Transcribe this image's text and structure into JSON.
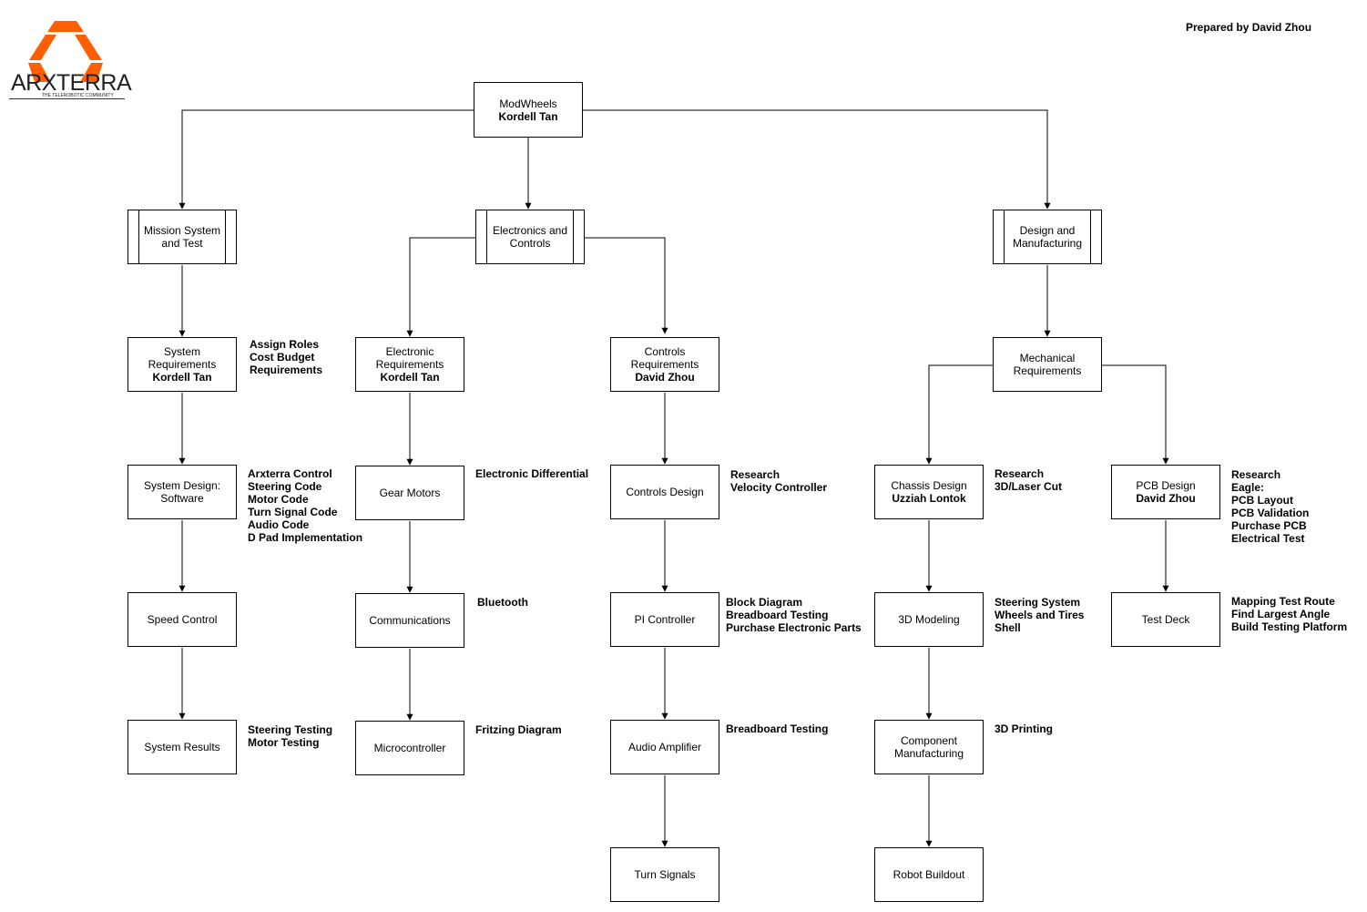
{
  "header": {
    "prepared_by": "Prepared by David Zhou",
    "logo_text": "ARXTERRA",
    "logo_tagline": "THE TELEROBOTIC COMMUNITY",
    "logo_color": "#ff5f00"
  },
  "nodes": {
    "root": {
      "label": "ModWheels",
      "owner": "Kordell Tan"
    },
    "mission": {
      "label": "Mission System and Test"
    },
    "electronics": {
      "label": "Electronics and Controls"
    },
    "design": {
      "label": "Design and Manufacturing"
    },
    "sysreq": {
      "label": "System Requirements",
      "owner": "Kordell Tan"
    },
    "sysdesign": {
      "label": "System Design: Software"
    },
    "speed": {
      "label": "Speed Control"
    },
    "sysresults": {
      "label": "System Results"
    },
    "elecreq": {
      "label": "Electronic Requirements",
      "owner": "Kordell Tan"
    },
    "gearmotors": {
      "label": "Gear Motors"
    },
    "comms": {
      "label": "Communications"
    },
    "micro": {
      "label": "Microcontroller"
    },
    "ctrlreq": {
      "label": "Controls Requirements",
      "owner": "David Zhou"
    },
    "ctrldesign": {
      "label": "Controls Design"
    },
    "pi": {
      "label": "PI Controller"
    },
    "audio": {
      "label": "Audio Amplifier"
    },
    "turn": {
      "label": "Turn Signals"
    },
    "mechreq": {
      "label": "Mechanical Requirements"
    },
    "chassis": {
      "label": "Chassis Design",
      "owner": "Uzziah Lontok"
    },
    "modeling": {
      "label": "3D Modeling"
    },
    "component": {
      "label": "Component Manufacturing"
    },
    "buildout": {
      "label": "Robot Buildout"
    },
    "pcb": {
      "label": "PCB Design",
      "owner": "David Zhou"
    },
    "testdeck": {
      "label": "Test Deck"
    }
  },
  "notes": {
    "sysreq": [
      "Assign Roles",
      "Cost Budget",
      "Requirements"
    ],
    "sysdesign": [
      "Arxterra Control",
      "Steering Code",
      "Motor Code",
      "Turn Signal Code",
      "Audio Code",
      "D Pad Implementation"
    ],
    "sysresults": [
      "Steering Testing",
      "Motor Testing"
    ],
    "gearmotors": [
      "Electronic Differential"
    ],
    "comms": [
      "Bluetooth"
    ],
    "micro": [
      "Fritzing Diagram"
    ],
    "ctrldesign": [
      "Research",
      "Velocity Controller"
    ],
    "pi": [
      "Block Diagram",
      "Breadboard Testing",
      "Purchase Electronic Parts"
    ],
    "audio": [
      "Breadboard Testing"
    ],
    "chassis": [
      "Research",
      "3D/Laser Cut"
    ],
    "modeling": [
      "Steering System",
      "Wheels and Tires",
      "Shell"
    ],
    "component": [
      "3D Printing"
    ],
    "pcb": [
      "Research",
      "Eagle:",
      "PCB Layout",
      "PCB Validation",
      "Purchase PCB",
      "Electrical Test"
    ],
    "testdeck": [
      "Mapping Test Route",
      "Find Largest Angle",
      "Build Testing Platform"
    ]
  }
}
